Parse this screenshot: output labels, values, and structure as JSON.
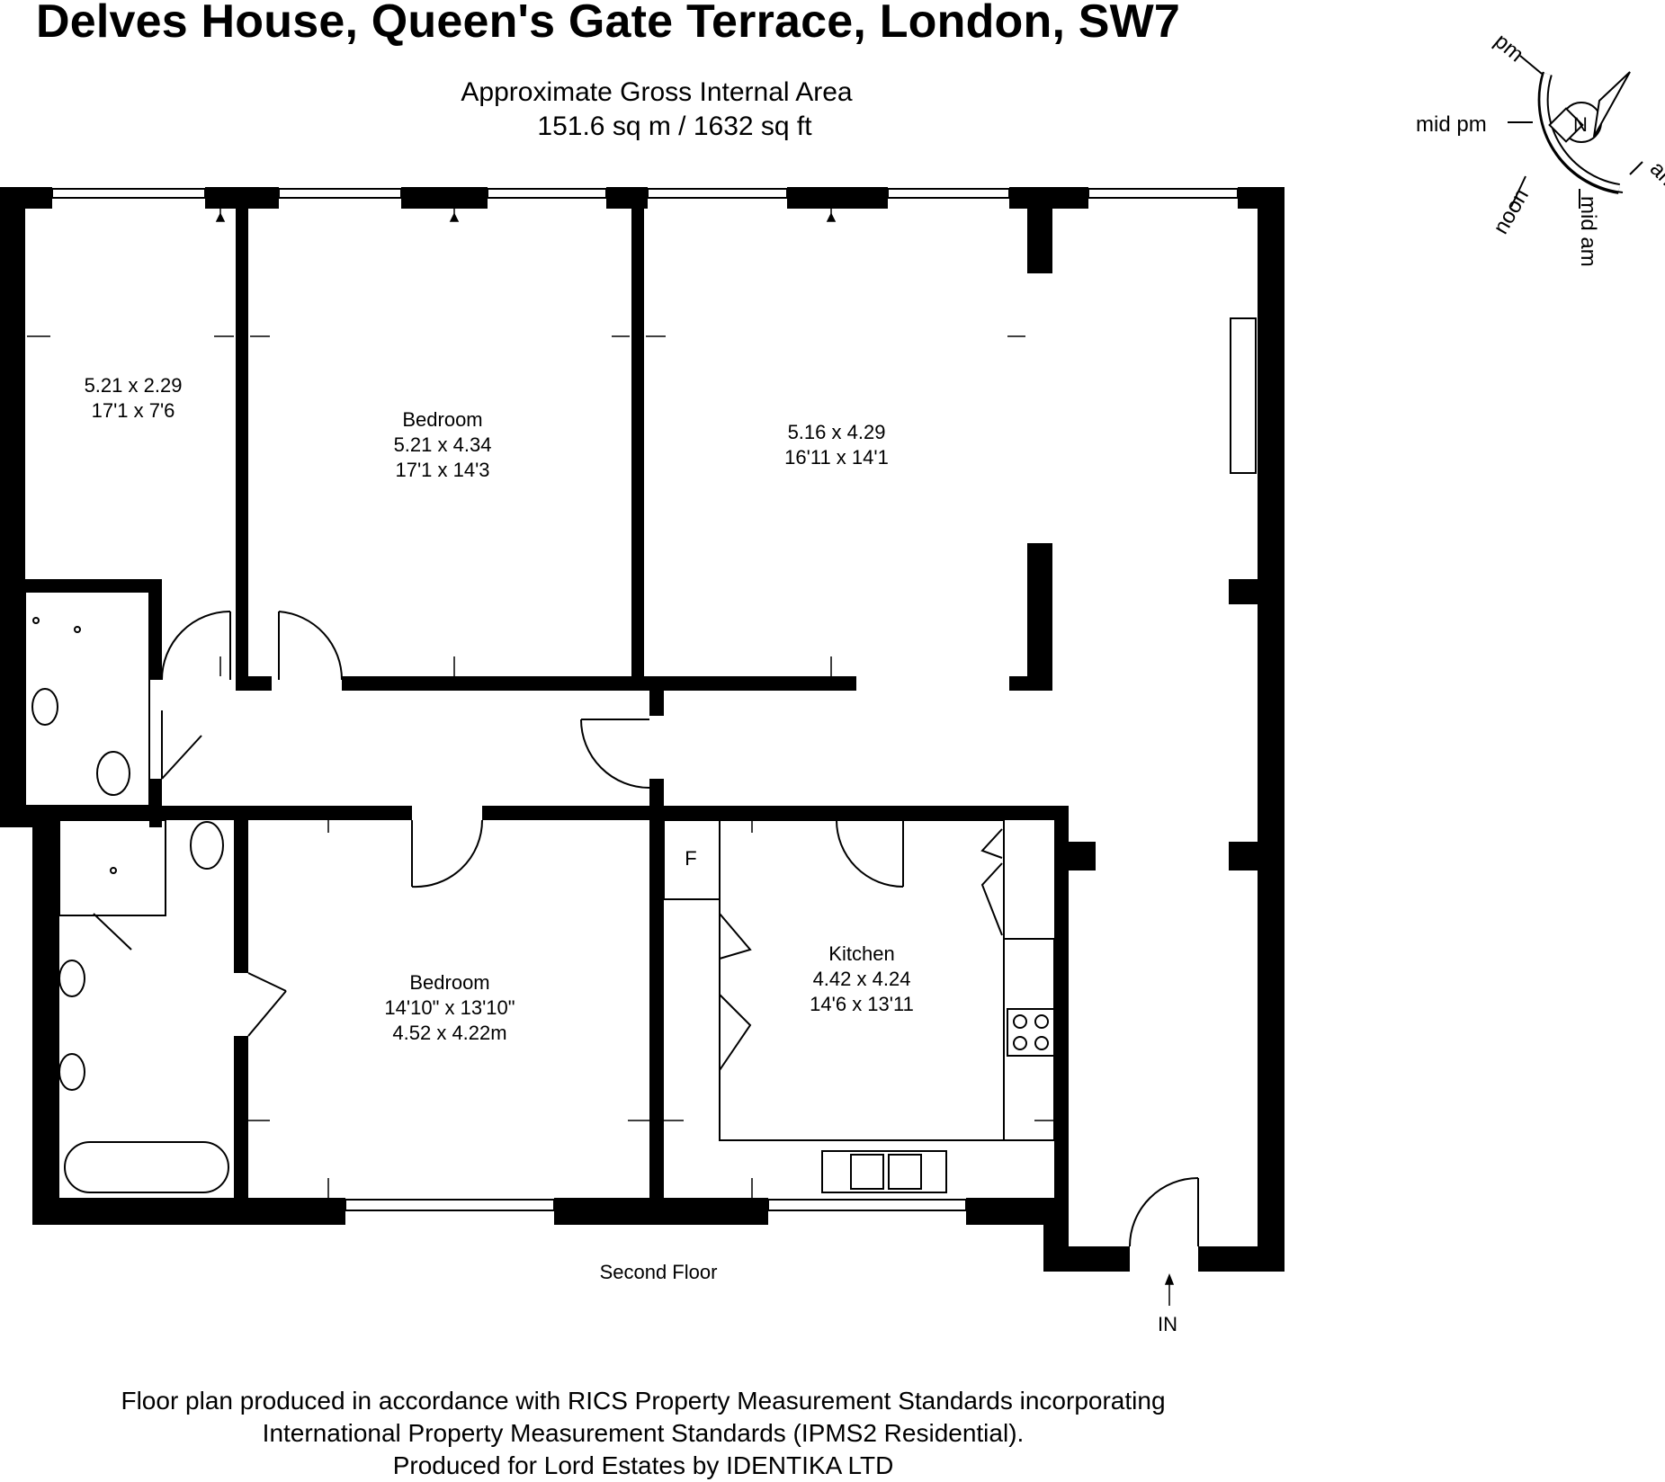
{
  "title": "Delves House, Queen's Gate Terrace, London, SW7",
  "area": {
    "line1": "Approximate Gross Internal Area",
    "line2": "151.6 sq m / 1632 sq ft"
  },
  "rooms": {
    "room1": {
      "dim_metric": "5.21 x 2.29",
      "dim_imperial": "17'1 x 7'6"
    },
    "bedroom_top": {
      "name": "Bedroom",
      "dim_metric": "5.21 x 4.34",
      "dim_imperial": "17'1 x 14'3"
    },
    "reception": {
      "dim_metric": "5.16 x 4.29",
      "dim_imperial": "16'11 x 14'1"
    },
    "bedroom_bottom": {
      "name": "Bedroom",
      "dim_imperial": "14'10\" x 13'10\"",
      "dim_metric": "4.52 x 4.22m"
    },
    "kitchen": {
      "name": "Kitchen",
      "dim_metric": "4.42 x 4.24",
      "dim_imperial": "14'6 x 13'11"
    },
    "fridge_label": "F"
  },
  "floor_label": "Second Floor",
  "entrance_label": "IN",
  "compass": {
    "north": "N",
    "pm": "pm",
    "mid_pm": "mid pm",
    "noon": "noon",
    "mid_am": "mid am",
    "am": "am"
  },
  "footer": {
    "line1": "Floor plan produced in accordance with RICS Property Measurement Standards incorporating",
    "line2": "International Property Measurement Standards (IPMS2 Residential).",
    "line3": "Produced for Lord Estates by IDENTIKA LTD"
  },
  "colors": {
    "wall": "#000000",
    "fixture": "#000000",
    "background": "#ffffff"
  }
}
